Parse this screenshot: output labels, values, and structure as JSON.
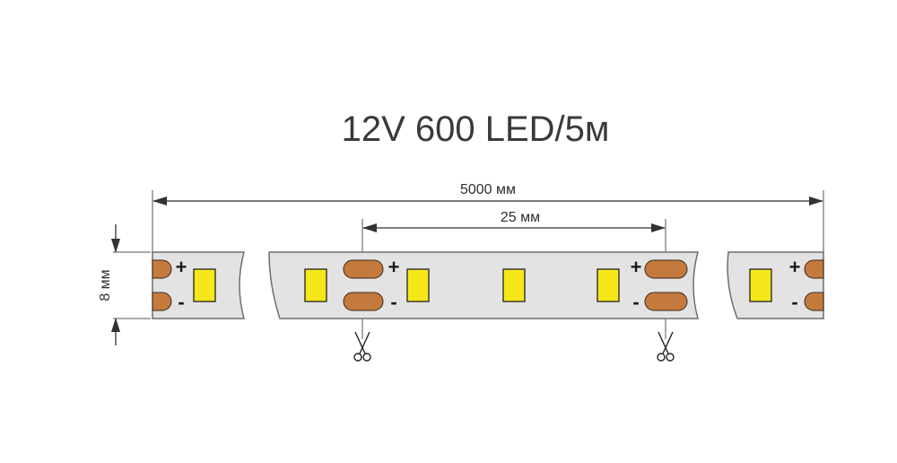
{
  "title": "12V 600 LED/5м",
  "dimensions": {
    "total_length": "5000 мм",
    "segment_length": "25 мм",
    "width": "8 мм"
  },
  "polarity": {
    "plus": "+",
    "minus": "-"
  },
  "colors": {
    "strip": "#e3e3e3",
    "strip_outline": "#6e6e6e",
    "led": "#f6e71a",
    "pad": "#c47a3c",
    "line": "#333333"
  },
  "icons": {
    "cut_mark": "scissors-icon"
  }
}
